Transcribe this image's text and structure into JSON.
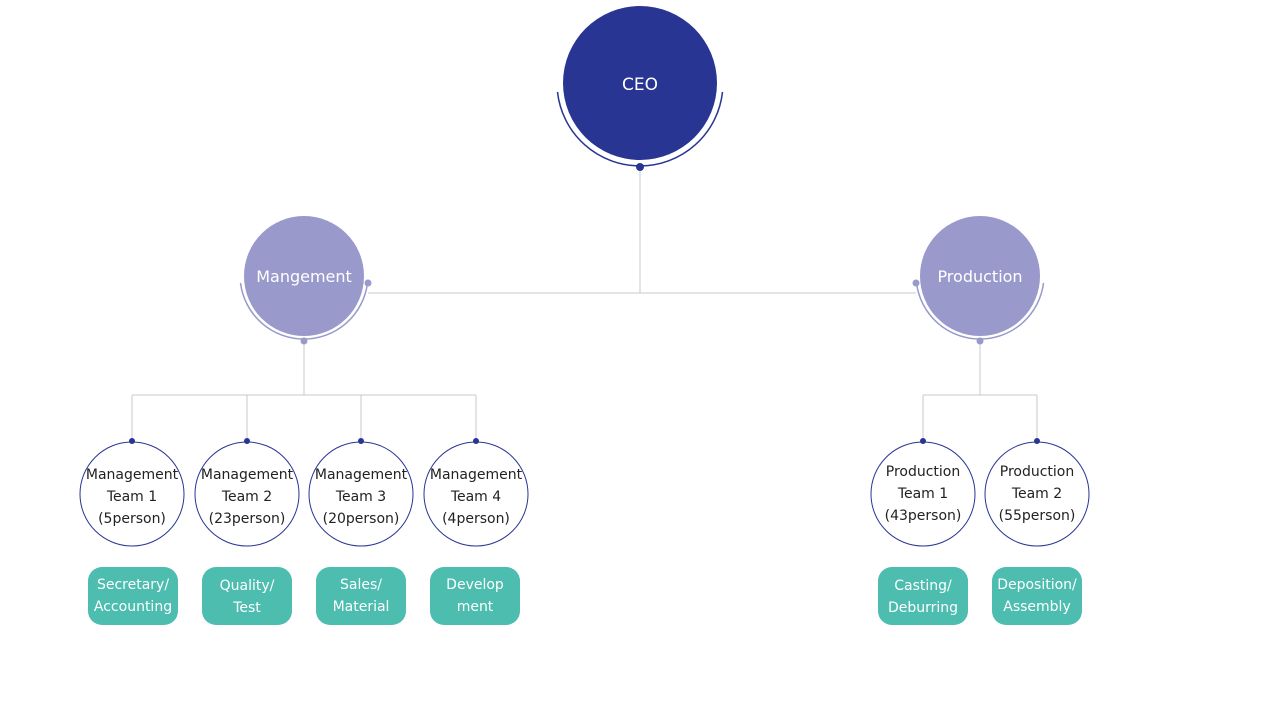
{
  "colors": {
    "ceo_fill": "#283593",
    "division_fill": "#9999cc",
    "team_stroke": "#283593",
    "tag_fill": "#4dbdb0",
    "connector": "#c8c8c8",
    "ceo_text": "#ffffff",
    "team_text": "#222222",
    "tag_text": "#ffffff"
  },
  "ceo": {
    "label": "CEO"
  },
  "divisions": {
    "management": {
      "label": "Mangement",
      "teams": [
        {
          "lines": [
            "Management",
            "Team 1",
            "(5person)"
          ],
          "tag": [
            "Secretary/",
            "Accounting"
          ]
        },
        {
          "lines": [
            "Management",
            "Team 2",
            "(23person)"
          ],
          "tag": [
            "Quality/",
            "Test"
          ]
        },
        {
          "lines": [
            "Management",
            "Team 3",
            "(20person)"
          ],
          "tag": [
            "Sales/",
            "Material"
          ]
        },
        {
          "lines": [
            "Management",
            "Team 4",
            "(4person)"
          ],
          "tag": [
            "Develop",
            "ment"
          ]
        }
      ]
    },
    "production": {
      "label": "Production",
      "teams": [
        {
          "lines": [
            "Production",
            "Team 1",
            "(43person)"
          ],
          "tag": [
            "Casting/",
            "Deburring"
          ]
        },
        {
          "lines": [
            "Production",
            "Team 2",
            "(55person)"
          ],
          "tag": [
            "Deposition/",
            "Assembly"
          ]
        }
      ]
    }
  }
}
